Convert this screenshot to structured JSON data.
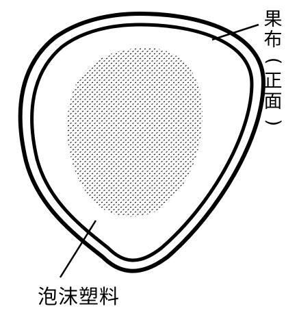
{
  "labels": {
    "fabric": {
      "char1": "果",
      "char2": "布",
      "open_paren": "(",
      "char3": "正",
      "char4": "面",
      "close_paren": ")"
    },
    "foam": "泡沫塑料"
  },
  "colors": {
    "line": "#000000",
    "background": "#ffffff"
  }
}
